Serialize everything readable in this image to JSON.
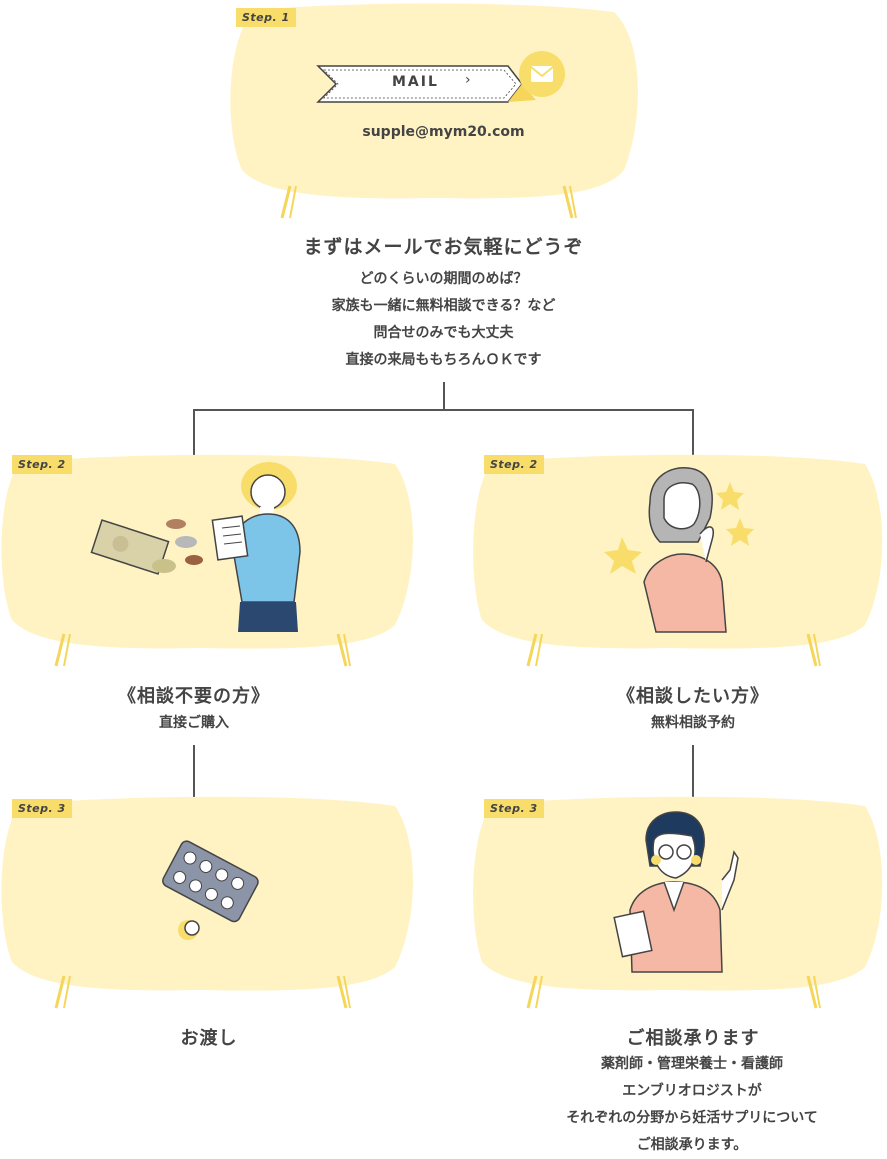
{
  "colors": {
    "blob": "#fff3c4",
    "tag": "#f8dd6b",
    "text": "#444444",
    "line": "#555555"
  },
  "step1": {
    "tag": "Step. 1",
    "mail_label": "MAIL",
    "chevron": "›",
    "email": "supple@mym20.com",
    "title": "まずはメールでお気軽にどうぞ",
    "lines": [
      "どのくらいの期間のめば？",
      "家族も一緒に無料相談できる？など",
      "問合せのみでも大丈夫",
      "直接の来局ももちろんＯＫです"
    ]
  },
  "left": {
    "step2_tag": "Step. 2",
    "step2_title": "《相談不要の方》",
    "step2_sub": "直接ご購入",
    "step3_tag": "Step. 3",
    "step3_title": "お渡し"
  },
  "right": {
    "step2_tag": "Step. 2",
    "step2_title": "《相談したい方》",
    "step2_sub": "無料相談予約",
    "step3_tag": "Step. 3",
    "step3_title": "ご相談承ります",
    "step3_lines": [
      "薬剤師・管理栄養士・看護師",
      "エンブリオロジストが",
      "それぞれの分野から妊活サプリについて",
      "ご相談承ります。"
    ]
  }
}
